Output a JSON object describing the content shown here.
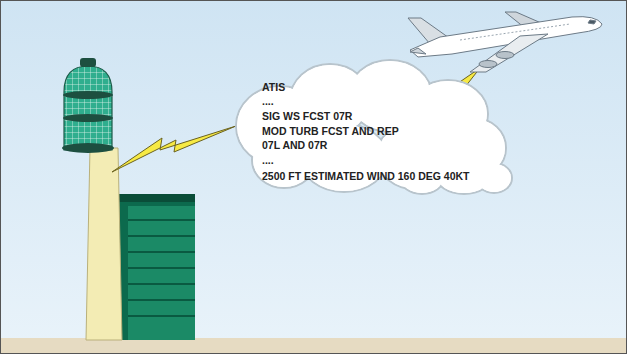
{
  "diagram": {
    "nodes": [
      {
        "text": [
          "ATIS",
          "....",
          "SIG WS FCST 07R",
          "MOD TURB FCST AND REP 07L AND 07R",
          "....",
          "2500 FT ESTIMATED WIND 160 DEG 40KT"
        ]
      }
    ]
  }
}
